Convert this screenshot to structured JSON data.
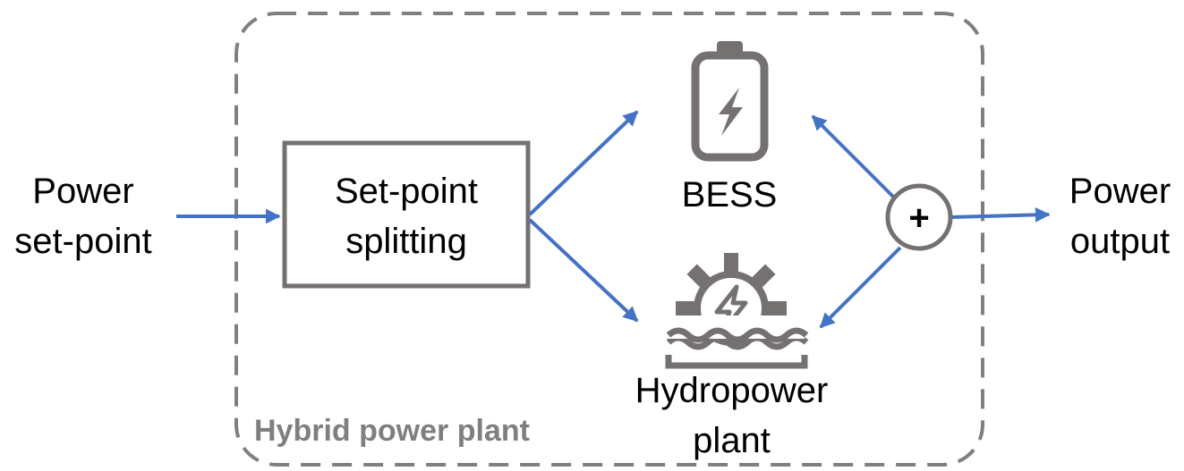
{
  "diagram": {
    "input_label_line1": "Power",
    "input_label_line2": "set-point",
    "splitter_line1": "Set-point",
    "splitter_line2": "splitting",
    "bess_label": "BESS",
    "hydro_label_line1": "Hydropower",
    "hydro_label_line2": "plant",
    "sum_symbol": "+",
    "output_label_line1": "Power",
    "output_label_line2": "output",
    "container_label": "Hybrid power plant",
    "colors": {
      "arrow": "#4472c4",
      "box_stroke": "#767171",
      "container_stroke": "#7f7f7f",
      "icon": "#767171",
      "text": "#000000"
    },
    "icons": [
      "battery-icon",
      "hydropower-icon"
    ]
  }
}
